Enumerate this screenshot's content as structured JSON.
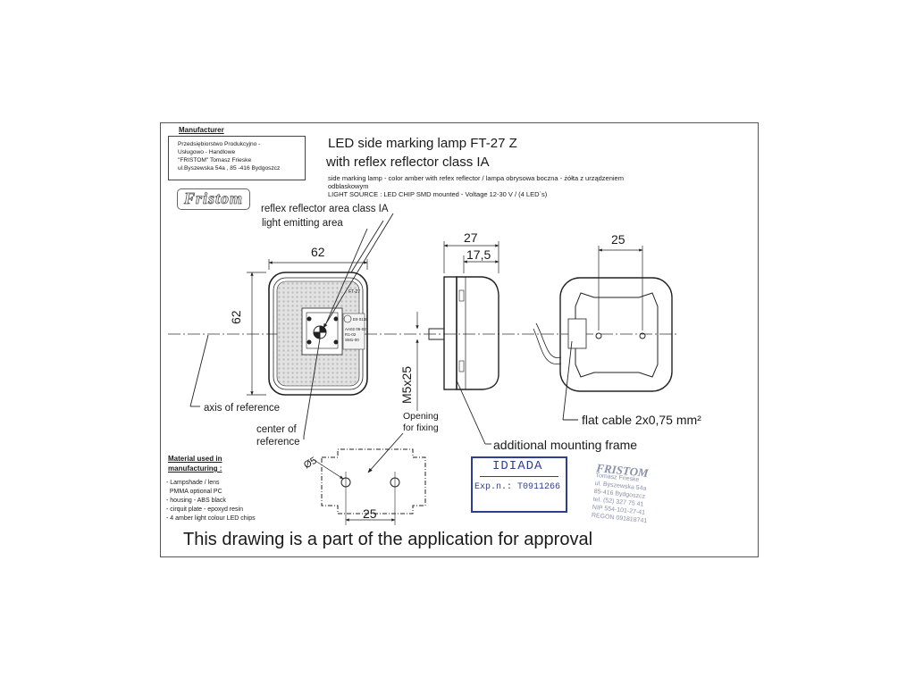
{
  "manufacturer": {
    "heading": "Manufacturer",
    "lines": [
      "Przedsiębiorstwo Produkcyjno -",
      "Usługowo - Handlowe",
      "\"FRISTOM\" Tomasz Frieske",
      "ul.Byszewska 54a , 85 -416 Bydgoszcz"
    ]
  },
  "logo": "Fristom",
  "title": {
    "line1": "LED side marking lamp FT-27 Z",
    "line2": "with reflex reflector  class IA",
    "desc1": "side marking lamp - color amber with refex reflector / lampa obrysowa boczna - żółta z  urządzeniem",
    "desc2": "odblaskowym",
    "desc3": "LIGHT SOURCE : LED CHIP SMD mounted - Voltage 12-30 V / (4 LED`s)"
  },
  "labels": {
    "reflex": "reflex reflector area class IA",
    "light": "light emitting area",
    "axis": "axis of reference",
    "center1": "center of",
    "center2": "reference",
    "opening1": "Opening",
    "opening2": "for fixing",
    "frame": "additional mounting frame",
    "cable": "flat cable 2x0,75 mm²"
  },
  "dimensions": {
    "width_front": "62",
    "height_front": "62",
    "depth_total": "27",
    "depth_body": "17,5",
    "bolt": "M5x25",
    "hole_spacing_back": "25",
    "hole_spacing_detail": "25",
    "hole_dia": "Ø5"
  },
  "lamp_marking": {
    "code": "FT-27",
    "approval": "E9 0136",
    "lines": [
      "AA02 05-02",
      "R1-02",
      "SM1-00"
    ]
  },
  "materials": {
    "heading1": "Material used in",
    "heading2": "manufacturing :",
    "items": [
      "- Lampshade / lens",
      "  PMMA optional PC",
      "- housing - ABS black",
      "- cirquit plate - epoxyd resin",
      "- 4 amber light colour LED chips"
    ]
  },
  "idiada": {
    "name": "IDIADA",
    "exp": "Exp.n.: T0911266"
  },
  "stamp": {
    "title": "FRISTOM",
    "lines": [
      "Tomasz Frieske",
      "ul. Byszewska 54a",
      "85-416 Bydgoszcz",
      "tel. (52) 327 75 41",
      "NIP 554-101-27-41",
      "REGON 091818741"
    ]
  },
  "footer": "This drawing is a part of the application for approval",
  "colors": {
    "ink": "#1a1a1a",
    "stamp_blue": "#2f3f8f",
    "stamp_grey": "#8a90a8",
    "reflector": "#d9d9d9"
  }
}
